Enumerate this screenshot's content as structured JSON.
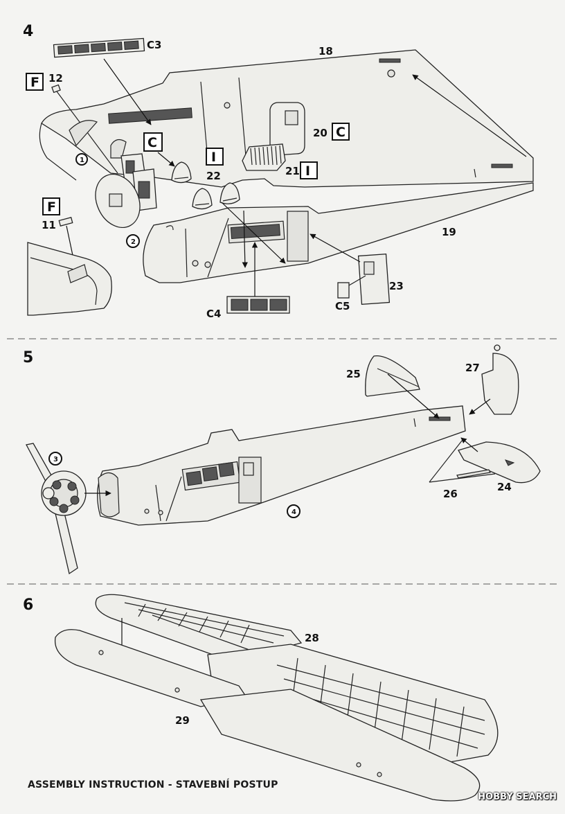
{
  "steps": {
    "s4": "4",
    "s5": "5",
    "s6": "6"
  },
  "parts": {
    "p18": "18",
    "p19": "19",
    "p20": "20",
    "p21": "21",
    "p22": "22",
    "p23": "23",
    "p24": "24",
    "p25": "25",
    "p26": "26",
    "p27": "27",
    "p28": "28",
    "p29": "29",
    "p11": "11",
    "p12": "12",
    "c3": "C3",
    "c4": "C4",
    "c5": "C5"
  },
  "sprue_tags": {
    "f_top": "F",
    "f_bottom": "F",
    "c_mid": "C",
    "c_right": "C",
    "i_mid": "I",
    "i_right": "I"
  },
  "subassembly_markers": {
    "m1": "1",
    "m2": "2",
    "m3": "3",
    "m4": "4"
  },
  "footer_text": "ASSEMBLY INSTRUCTION - STAVEBNÍ POSTUP",
  "watermark_text": "HOBBY SEARCH",
  "icons": [
    "arrow-icon",
    "circle-number-icon",
    "sprue-tag-icon"
  ]
}
